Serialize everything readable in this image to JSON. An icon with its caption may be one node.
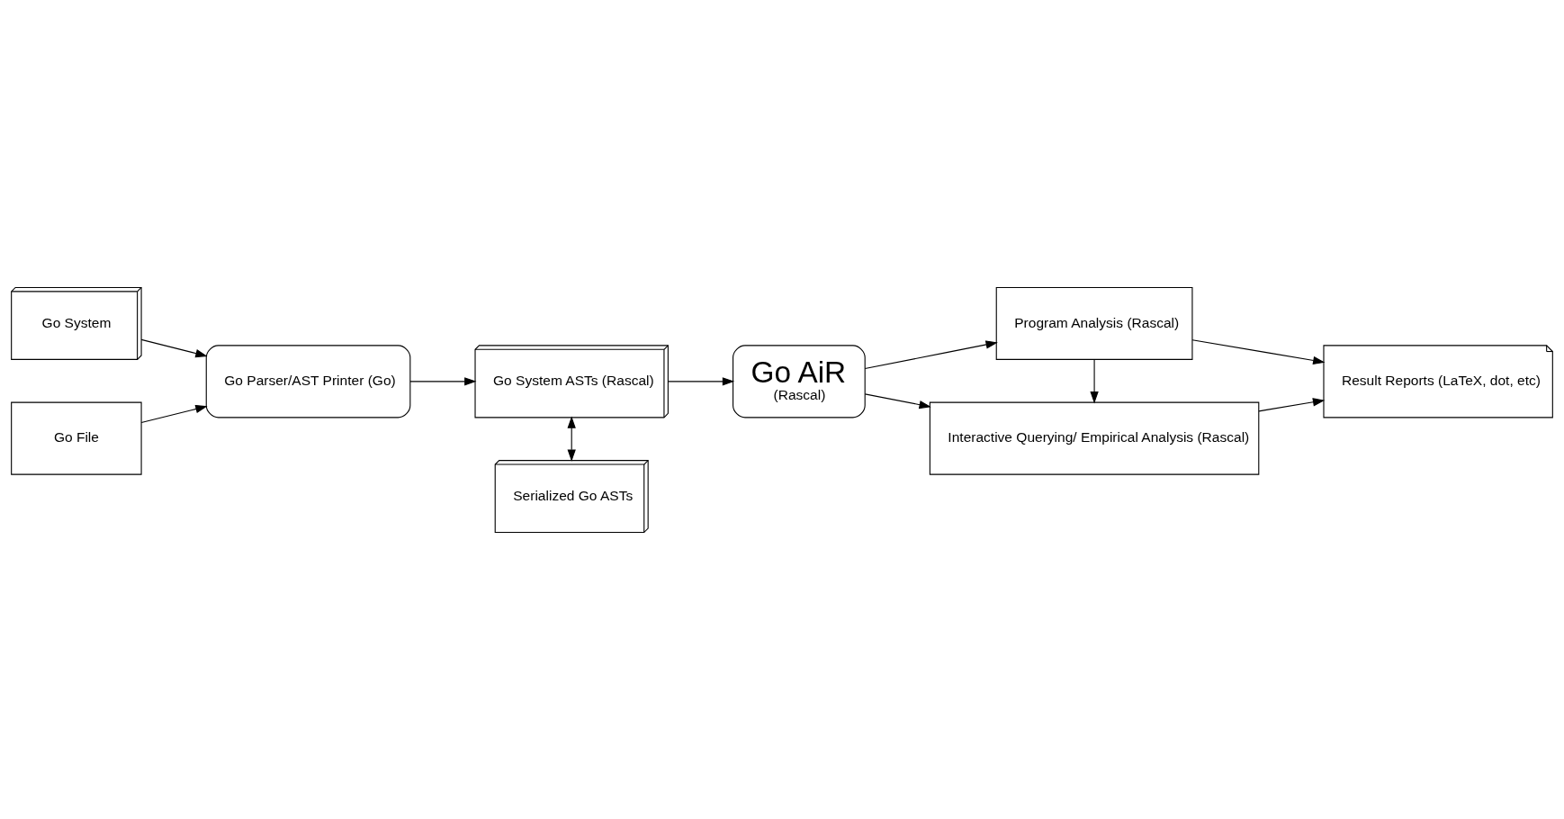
{
  "diagram": {
    "nodes": [
      {
        "text": [
          "Go System"
        ]
      },
      {
        "text": [
          "Go Parser/AST Printer (Go)"
        ]
      },
      {
        "text": [
          "Go File"
        ]
      },
      {
        "text": [
          "Go System ASTs (Rascal)"
        ]
      },
      {
        "text": [
          "Serialized Go ASTs"
        ]
      },
      {
        "text": [
          "Go AiR",
          "(Rascal)"
        ]
      },
      {
        "text": [
          "Interactive Querying/ Empirical Analysis (Rascal)"
        ]
      },
      {
        "text": [
          "Result Reports (LaTeX, dot, etc)"
        ]
      },
      {
        "text": [
          "Program Analysis (Rascal)"
        ]
      }
    ],
    "edges": [
      {
        "from": 0,
        "to": 1,
        "arrow": "to"
      },
      {
        "from": 2,
        "to": 1,
        "arrow": "to"
      },
      {
        "from": 1,
        "to": 3,
        "arrow": "to"
      },
      {
        "from": 3,
        "to": 4,
        "arrow": "both"
      },
      {
        "from": 3,
        "to": 5,
        "arrow": "to"
      },
      {
        "from": 5,
        "to": 6,
        "arrow": "to"
      },
      {
        "from": 5,
        "to": 8,
        "arrow": "to"
      },
      {
        "from": 8,
        "to": 6,
        "arrow": "to"
      },
      {
        "from": 6,
        "to": 7,
        "arrow": "to"
      },
      {
        "from": 8,
        "to": 7,
        "arrow": "to"
      }
    ]
  }
}
